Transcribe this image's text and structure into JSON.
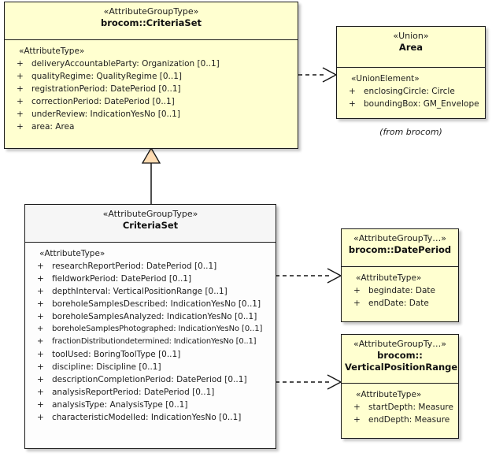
{
  "diagram": {
    "type": "uml-class-diagram",
    "colors": {
      "class_fill_yellow": "#FFFFD0",
      "class_fill_white": "#FDFDFD",
      "header_white": "#F6F6F6",
      "border": "#1A1A1A",
      "generalization_fill": "#FFDCB2",
      "background": "#FFFFFF"
    }
  },
  "classes": {
    "brocom_criteria_set": {
      "stereotype": "«AttributeGroupType»",
      "name": "brocom::CriteriaSet",
      "group_stereotype": "«AttributeType»",
      "attributes": [
        {
          "visibility": "+",
          "text": "deliveryAccountableParty: Organization [0..1]"
        },
        {
          "visibility": "+",
          "text": "qualityRegime: QualityRegime [0..1]"
        },
        {
          "visibility": "+",
          "text": "registrationPeriod: DatePeriod [0..1]"
        },
        {
          "visibility": "+",
          "text": "correctionPeriod: DatePeriod [0..1]"
        },
        {
          "visibility": "+",
          "text": "underReview: IndicationYesNo [0..1]"
        },
        {
          "visibility": "+",
          "text": "area: Area"
        }
      ]
    },
    "area": {
      "stereotype": "«Union»",
      "name": "Area",
      "group_stereotype": "«UnionElement»",
      "attributes": [
        {
          "visibility": "+",
          "text": "enclosingCircle: Circle"
        },
        {
          "visibility": "+",
          "text": "boundingBox: GM_Envelope"
        }
      ],
      "package_note": "(from brocom)"
    },
    "criteria_set": {
      "stereotype": "«AttributeGroupType»",
      "name": "CriteriaSet",
      "group_stereotype": "«AttributeType»",
      "attributes": [
        {
          "visibility": "+",
          "text": "researchReportPeriod: DatePeriod [0..1]"
        },
        {
          "visibility": "+",
          "text": "fieldworkPeriod: DatePeriod [0..1]"
        },
        {
          "visibility": "+",
          "text": "depthInterval: VerticalPositionRange [0..1]"
        },
        {
          "visibility": "+",
          "text": "boreholeSamplesDescribed: IndicationYesNo [0..1]"
        },
        {
          "visibility": "+",
          "text": "boreholeSamplesAnalyzed: IndicationYesNo [0..1]"
        },
        {
          "visibility": "+",
          "text": "boreholeSamplesPhotographed: IndicationYesNo [0..1]"
        },
        {
          "visibility": "+",
          "text": "fractionDistributiondetermined: IndicationYesNo [0..1]"
        },
        {
          "visibility": "+",
          "text": "toolUsed: BoringToolType [0..1]"
        },
        {
          "visibility": "+",
          "text": "discipline: Discipline [0..1]"
        },
        {
          "visibility": "+",
          "text": "descriptionCompletionPeriod: DatePeriod [0..1]"
        },
        {
          "visibility": "+",
          "text": "analysisReportPeriod: DatePeriod [0..1]"
        },
        {
          "visibility": "+",
          "text": "analysisType: AnalysisType [0..1]"
        },
        {
          "visibility": "+",
          "text": "characteristicModelled: IndicationYesNo [0..1]"
        }
      ]
    },
    "date_period": {
      "stereotype": "«AttributeGroupTy…»",
      "name": "brocom::DatePeriod",
      "group_stereotype": "«AttributeType»",
      "attributes": [
        {
          "visibility": "+",
          "text": "begindate: Date"
        },
        {
          "visibility": "+",
          "text": "endDate: Date"
        }
      ]
    },
    "vertical_position_range": {
      "stereotype": "«AttributeGroupTy…»",
      "name_line1": "brocom::",
      "name_line2": "VerticalPositionRange",
      "group_stereotype": "«AttributeType»",
      "attributes": [
        {
          "visibility": "+",
          "text": "startDepth: Measure"
        },
        {
          "visibility": "+",
          "text": "endDepth: Measure"
        }
      ]
    }
  },
  "relationships": [
    {
      "kind": "dependency",
      "from": "brocom_criteria_set",
      "to": "area",
      "style": "dashed-open-arrow"
    },
    {
      "kind": "generalization",
      "from": "criteria_set",
      "to": "brocom_criteria_set",
      "style": "solid-hollow-triangle"
    },
    {
      "kind": "dependency",
      "from": "criteria_set",
      "to": "date_period",
      "style": "dashed-open-arrow"
    },
    {
      "kind": "dependency",
      "from": "criteria_set",
      "to": "vertical_position_range",
      "style": "dashed-open-arrow"
    }
  ]
}
